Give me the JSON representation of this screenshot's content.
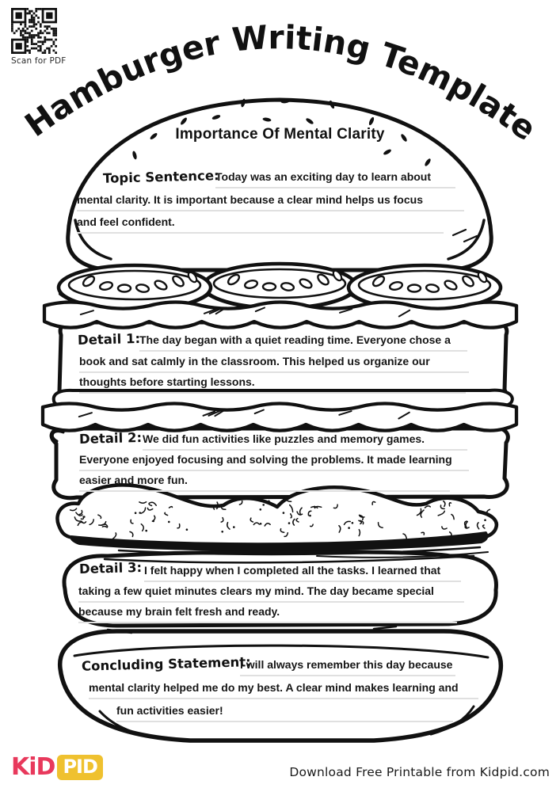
{
  "colors": {
    "ink": "#111111",
    "underline": "#e0e0e0",
    "logo_pink": "#e8395c",
    "logo_yellow": "#efc12f"
  },
  "qr": {
    "caption": "Scan for PDF"
  },
  "header": {
    "title": "Hamburger Writing Template"
  },
  "burger": {
    "essay_title": "Importance Of Mental Clarity",
    "sections": {
      "topic": {
        "label": "Topic Sentence:",
        "lines": [
          "Today was an exciting day to learn about",
          "mental clarity. It is important because a clear mind helps us focus",
          "and feel confident."
        ]
      },
      "detail1": {
        "label": "Detail 1:",
        "lines": [
          "The day began with a quiet reading time. Everyone chose a",
          "book and sat calmly in the classroom. This helped us organize our",
          "thoughts before starting lessons."
        ]
      },
      "detail2": {
        "label": "Detail 2:",
        "lines": [
          "We did fun activities like puzzles and memory games.",
          "Everyone enjoyed focusing and solving the problems. It made learning",
          "easier and more fun."
        ]
      },
      "detail3": {
        "label": "Detail 3:",
        "lines": [
          "I felt happy when I completed all the tasks. I learned that",
          "taking a few quiet minutes clears my mind. The day became special",
          "because my brain felt fresh and ready."
        ]
      },
      "conclusion": {
        "label": "Concluding Statement:",
        "lines": [
          "I will always remember this day because",
          "mental clarity helped me do my best. A clear mind makes learning and",
          "fun activities easier!"
        ]
      }
    }
  },
  "footer": {
    "logo_kid": "KiD",
    "logo_pid": "PID",
    "download_text": "Download Free Printable from Kidpid.com"
  }
}
